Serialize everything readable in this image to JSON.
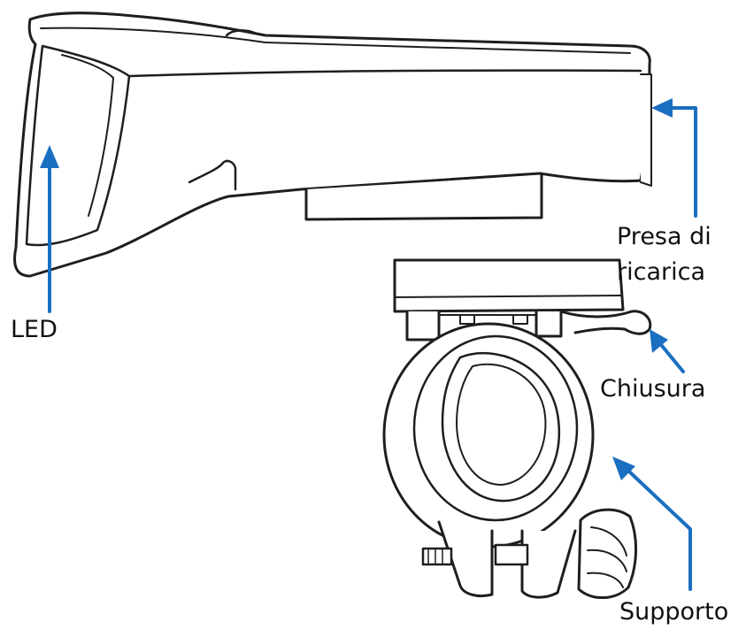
{
  "labels": {
    "led": "LED",
    "presa_line1": "Presa di",
    "presa_line2": "ricarica",
    "chiusura": "Chiusura",
    "supporto": "Supporto"
  },
  "colors": {
    "arrow": "#1a6fc0",
    "outline": "#1e1e1e",
    "text": "#111111"
  }
}
